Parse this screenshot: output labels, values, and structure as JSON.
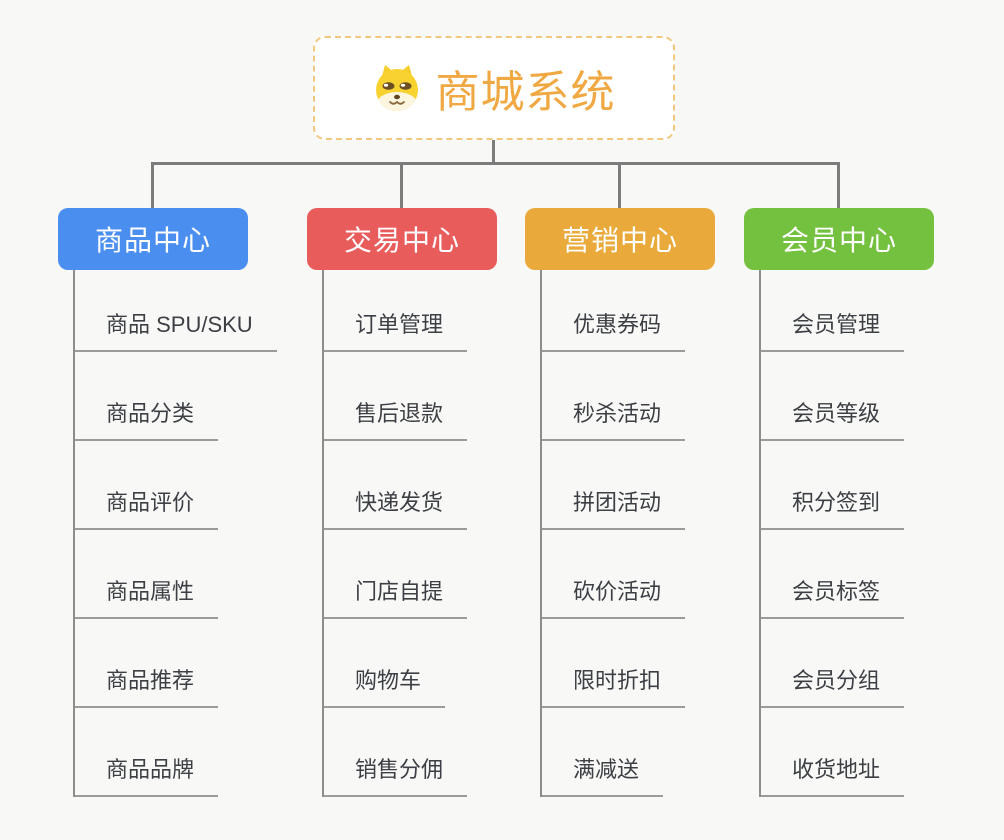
{
  "canvas": {
    "background_color": "#f8f8f7",
    "connector_color": "#7c7c7c"
  },
  "root": {
    "title": "商城系统",
    "icon": "dog-face-icon",
    "text_color": "#f0a843",
    "border_color": "#f2c77e"
  },
  "branches": [
    {
      "label": "商品中心",
      "color": "#4a8ff0",
      "children": [
        "商品 SPU/SKU",
        "商品分类",
        "商品评价",
        "商品属性",
        "商品推荐",
        "商品品牌"
      ]
    },
    {
      "label": "交易中心",
      "color": "#e85c5c",
      "children": [
        "订单管理",
        "售后退款",
        "快递发货",
        "门店自提",
        "购物车",
        "销售分佣"
      ]
    },
    {
      "label": "营销中心",
      "color": "#eaaa3b",
      "children": [
        "优惠券码",
        "秒杀活动",
        "拼团活动",
        "砍价活动",
        "限时折扣",
        "满减送"
      ]
    },
    {
      "label": "会员中心",
      "color": "#73c13f",
      "children": [
        "会员管理",
        "会员等级",
        "积分签到",
        "会员标签",
        "会员分组",
        "收货地址"
      ]
    }
  ]
}
